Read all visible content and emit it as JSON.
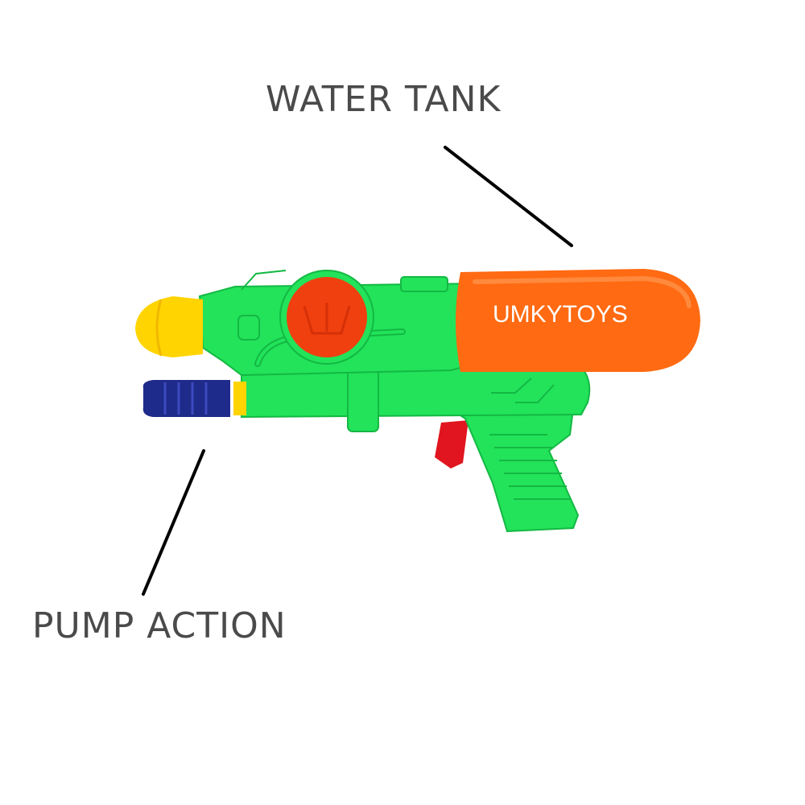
{
  "callouts": {
    "water_tank": "WATER TANK",
    "pump_action": "PUMP ACTION"
  },
  "product": {
    "brand_text": "UMKYTOYS"
  },
  "colors": {
    "body": "#22e35a",
    "body_shadow": "#14b843",
    "tank": "#ff6a12",
    "tank_highlight": "#ff8a3d",
    "nozzle": "#ffd400",
    "pump_handle": "#1f2b8a",
    "trigger": "#e0151f",
    "pressure_knob": "#f0400f",
    "label_text": "#4a4a4a",
    "leader_line": "#000000"
  },
  "icons": {
    "product_image": "water-gun-icon"
  }
}
